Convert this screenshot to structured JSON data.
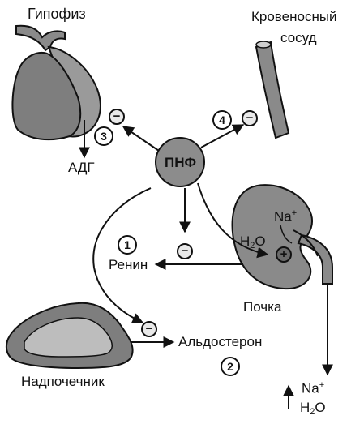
{
  "labels": {
    "pituitary": "Гипофиз",
    "blood_vessel_line1": "Кровеносный",
    "blood_vessel_line2": "сосуд",
    "adh": "АДГ",
    "pnf": "ПНФ",
    "renin": "Ренин",
    "kidney": "Почка",
    "adrenal": "Надпочечник",
    "aldosterone": "Альдостерон",
    "kidney_na": "Na",
    "kidney_na_charge": "+",
    "kidney_h2o_h": "H",
    "kidney_h2o_sub": "2",
    "kidney_h2o_o": "O",
    "output_na": "Na",
    "output_na_charge": "+",
    "output_h2o_h": "H",
    "output_h2o_sub": "2",
    "output_h2o_o": "O"
  },
  "numbers": {
    "n1": "1",
    "n2": "2",
    "n3": "3",
    "n4": "4"
  },
  "signs": {
    "minus": "−",
    "plus": "+"
  },
  "colors": {
    "organ_fill": "#8a8a8a",
    "organ_dark": "#5f5f5f",
    "pnf_fill": "#8c8c8c",
    "stroke": "#111111"
  }
}
